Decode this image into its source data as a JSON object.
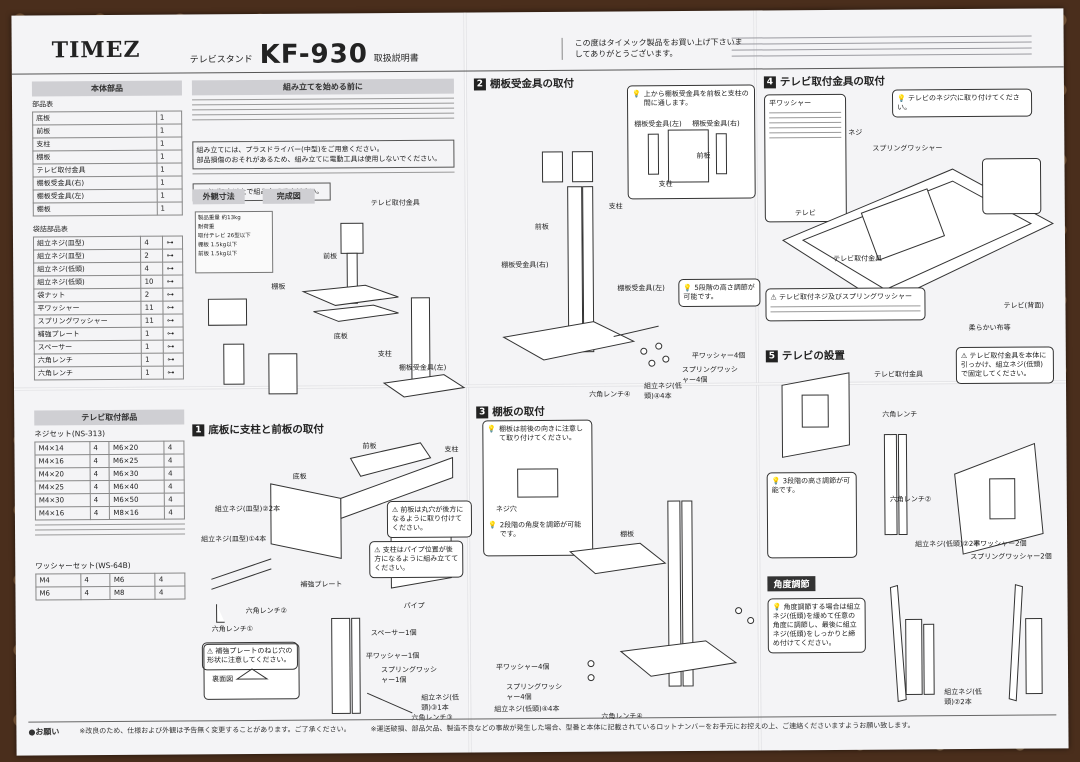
{
  "header": {
    "brand": "TIMEZ",
    "product_type": "テレビスタンド",
    "model": "KF-930",
    "doc_type": "取扱説明書",
    "thanks": "この度はタイメック製品をお買い上げ下さいましてありがとうございます。"
  },
  "parts": {
    "title": "本体部品",
    "label": "部品表",
    "rows": [
      {
        "name": "底板",
        "qty": "1"
      },
      {
        "name": "前板",
        "qty": "1"
      },
      {
        "name": "支柱",
        "qty": "1"
      },
      {
        "name": "棚板",
        "qty": "1"
      },
      {
        "name": "テレビ取付金具",
        "qty": "1"
      },
      {
        "name": "棚板受金具(右)",
        "qty": "1"
      },
      {
        "name": "棚板受金具(左)",
        "qty": "1"
      },
      {
        "name": "棚板",
        "qty": "1"
      }
    ]
  },
  "bag_parts": {
    "label": "袋詰部品表",
    "rows": [
      {
        "name": "組立ネジ(皿型)",
        "qty": "4"
      },
      {
        "name": "組立ネジ(皿型)",
        "qty": "2"
      },
      {
        "name": "組立ネジ(低頭)",
        "qty": "4"
      },
      {
        "name": "組立ネジ(低頭)",
        "qty": "10"
      },
      {
        "name": "袋ナット",
        "qty": "2"
      },
      {
        "name": "平ワッシャー",
        "qty": "11"
      },
      {
        "name": "スプリングワッシャー",
        "qty": "11"
      },
      {
        "name": "補強プレート",
        "qty": "1"
      },
      {
        "name": "スペーサー",
        "qty": "1"
      },
      {
        "name": "六角レンチ",
        "qty": "1"
      },
      {
        "name": "六角レンチ",
        "qty": "1"
      }
    ]
  },
  "tv_parts": {
    "title": "テレビ取付部品",
    "screwset": "ネジセット(NS-313)",
    "rows": [
      [
        "M4×14",
        "4",
        "M6×20",
        "4"
      ],
      [
        "M4×16",
        "4",
        "M6×25",
        "4"
      ],
      [
        "M4×20",
        "4",
        "M6×30",
        "4"
      ],
      [
        "M4×25",
        "4",
        "M6×40",
        "4"
      ],
      [
        "M4×30",
        "4",
        "M6×50",
        "4"
      ],
      [
        "M4×16",
        "4",
        "M8×16",
        "4"
      ]
    ],
    "washer_set": "ワッシャーセット(WS-64B)",
    "washer_rows": [
      [
        "M4",
        "4",
        "M6",
        "4"
      ],
      [
        "M6",
        "4",
        "M8",
        "4"
      ]
    ]
  },
  "prep": {
    "title": "組み立てを始める前に",
    "note1": "組み立てには、プラスドライバー(中型)をご用意ください。",
    "note2": "部品損傷のおそれがあるため、組み立てに電動工具は使用しないでください。",
    "note3": "必ず2人以上で組み立ててください。",
    "dim_title": "外観寸法",
    "view_title": "完成図",
    "specs": [
      "製品重量 約13kg",
      "耐荷重",
      "取付テレビ 26型以下",
      "棚板 1.5kg以下",
      "前板 1.5kg以下"
    ],
    "labels": {
      "tvmount": "テレビ取付金具",
      "frontboard": "前板",
      "shelf": "棚板",
      "base": "底板",
      "pillar": "支柱",
      "shelfbracket": "棚板受金具(左)"
    }
  },
  "step1": {
    "num": "1",
    "title": "底板に支柱と前板の取付",
    "labels": {
      "front": "前板",
      "pillar": "支柱",
      "base": "底板",
      "screw1": "組立ネジ(皿型)②2本",
      "screw2": "組立ネジ(皿型)①4本",
      "plate": "補強プレート",
      "wrench": "六角レンチ②",
      "wrench2": "六角レンチ①",
      "pipe": "パイプ",
      "spacer": "スペーサー1個",
      "washer": "平ワッシャー1個",
      "spring": "スプリングワッシャー1個",
      "screw3": "組立ネジ(低頭)③1本",
      "wrench3": "六角レンチ③",
      "back": "裏面図"
    },
    "callout1": "前板は丸穴が後方になるように取り付けてください。",
    "callout2": "支柱はパイプ位置が後方になるように組み立ててください。",
    "callout3": "補強プレートのねじ穴の形状に注意してください。"
  },
  "step2": {
    "num": "2",
    "title": "棚板受金具の取付",
    "callout1": "上から棚板受金具を前板と支柱の間に通します。",
    "labels": {
      "bracketL": "棚板受金具(左)",
      "bracketR": "棚板受金具(右)",
      "front": "前板",
      "pillar": "支柱",
      "pillar2": "支柱",
      "shelfL": "棚板受金具(左)",
      "shelfR": "棚板受金具(右)",
      "flat": "平ワッシャー4個",
      "spring": "スプリングワッシャー4個",
      "screw": "組立ネジ(低頭)④4本",
      "wrench": "六角レンチ④"
    },
    "callout2": "5段階の高さ調節が可能です。"
  },
  "step3": {
    "num": "3",
    "title": "棚板の取付",
    "callout1": "棚板は前後の向きに注意して取り付けてください。",
    "callout2": "2段階の角度を調節が可能です。",
    "labels": {
      "screwhole": "ネジ穴",
      "shelf": "棚板",
      "flat": "平ワッシャー4個",
      "spring": "スプリングワッシャー4個",
      "screw": "組立ネジ(低頭)④4本",
      "wrench": "六角レンチ④"
    }
  },
  "step4": {
    "num": "4",
    "title": "テレビ取付金具の取付",
    "callout1": "テレビのネジ穴に取り付けてください。",
    "labels": {
      "washer": "平ワッシャー",
      "screw": "ネジ",
      "spring": "スプリングワッシャー",
      "tv": "テレビ",
      "mount": "テレビ取付金具",
      "tv2": "テレビ(背面)",
      "cushion": "柔らかい布等"
    },
    "callout2": "テレビ取付ネジ及びスプリングワッシャー"
  },
  "step5": {
    "num": "5",
    "title": "テレビの設置",
    "callout1": "3段階の高さ調節が可能です。",
    "callout2": "テレビ取付金具を本体に引っかけ、組立ネジ(低頭)で固定してください。",
    "labels": {
      "mount": "テレビ取付金具",
      "screw": "組立ネジ(低頭)②2本",
      "flat": "平ワッシャー2個",
      "spring": "スプリングワッシャー2個",
      "wrench": "六角レンチ",
      "wrench2": "六角レンチ②"
    }
  },
  "angle": {
    "title": "角度調節",
    "callout": "角度調節する場合は組立ネジ(低頭)を緩めて任意の角度に調節し、最後に組立ネジ(低頭)をしっかりと締め付けてください。",
    "label": "組立ネジ(低頭)②2本"
  },
  "footer": {
    "label": "●お願い",
    "note1": "※改良のため、仕様および外観は予告無く変更することがあります。ご了承ください。",
    "note2": "※運送破損、部品欠品、製造不良などの事故が発生した場合、型番と本体に記載されているロットナンバーをお手元にお控えの上、ご連絡くださいますようお願い致します。"
  }
}
